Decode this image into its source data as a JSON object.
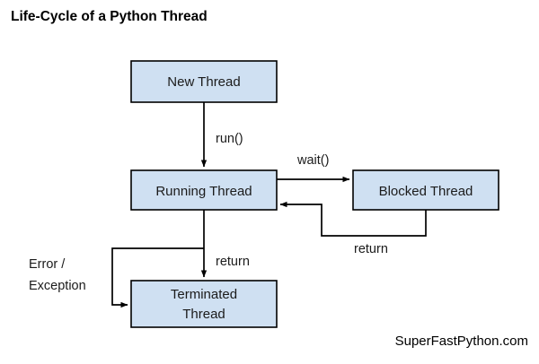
{
  "title": "Life-Cycle of a Python Thread",
  "watermark": "SuperFastPython.com",
  "colors": {
    "node_fill": "#cfe0f2",
    "node_stroke": "#000000",
    "text": "#1b1b1b",
    "background": "#ffffff"
  },
  "nodes": [
    {
      "id": "new-thread",
      "label": "New Thread",
      "label_line1": "New Thread",
      "label_line2": ""
    },
    {
      "id": "running-thread",
      "label": "Running Thread",
      "label_line1": "Running Thread",
      "label_line2": ""
    },
    {
      "id": "blocked-thread",
      "label": "Blocked Thread",
      "label_line1": "Blocked Thread",
      "label_line2": ""
    },
    {
      "id": "terminated-thread",
      "label": "Terminated Thread",
      "label_line1": "Terminated",
      "label_line2": "Thread"
    }
  ],
  "edges": [
    {
      "id": "new-to-running",
      "label": "run()",
      "from": "new-thread",
      "to": "running-thread"
    },
    {
      "id": "running-to-blocked",
      "label": "wait()",
      "from": "running-thread",
      "to": "blocked-thread"
    },
    {
      "id": "blocked-to-running",
      "label": "return",
      "from": "blocked-thread",
      "to": "running-thread"
    },
    {
      "id": "running-to-terminated",
      "label": "return",
      "from": "running-thread",
      "to": "terminated-thread"
    },
    {
      "id": "error-to-terminated",
      "label_line1": "Error /",
      "label_line2": "Exception",
      "label": "Error / Exception",
      "from": "running-thread",
      "to": "terminated-thread"
    }
  ]
}
